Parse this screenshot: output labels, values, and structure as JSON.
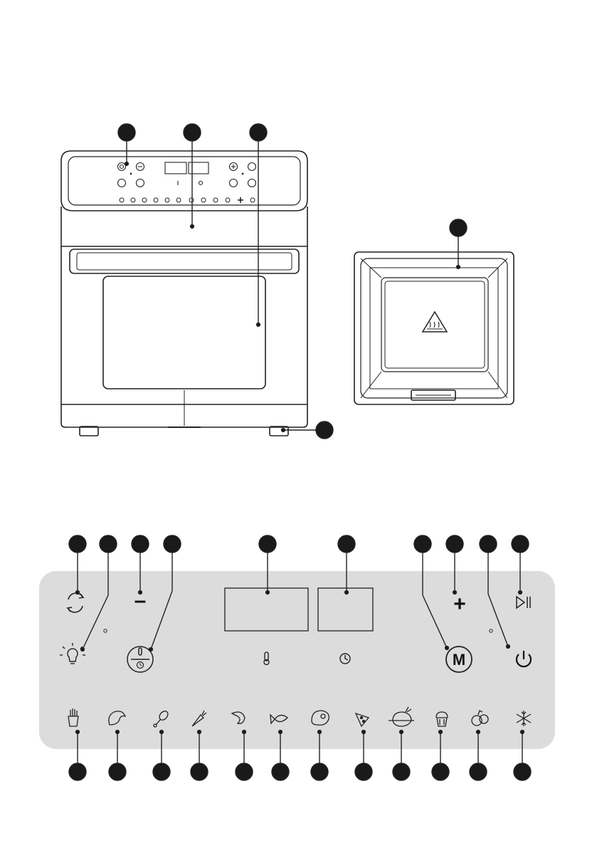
{
  "figure": {
    "callout_color": "#1a1a1a",
    "panel_fill": "#dcdcdc",
    "line_color": "#222222"
  },
  "appliance": {
    "callouts": 4,
    "tray_warning_icon": "hot-surface-warning-icon"
  },
  "tray": {
    "callouts": 1
  },
  "control_panel": {
    "top_callouts": 10,
    "bottom_callouts": 12,
    "icons_row1": [
      "rotate-icon",
      "minus-icon",
      "plus-icon",
      "play-pause-icon"
    ],
    "icons_row2": [
      "light-icon",
      "temp-time-icon",
      "thermometer-icon",
      "clock-icon",
      "menu-icon",
      "power-icon"
    ],
    "menu_label": "M",
    "minus_label": "–",
    "plus_label": "+",
    "food_icons": [
      "fries-icon",
      "chicken-wing-icon",
      "drumstick-icon",
      "carrot-icon",
      "shrimp-icon",
      "fish-icon",
      "steak-icon",
      "pizza-icon",
      "roast-chicken-icon",
      "cake-icon",
      "dried-fruit-icon",
      "defrost-icon"
    ]
  }
}
